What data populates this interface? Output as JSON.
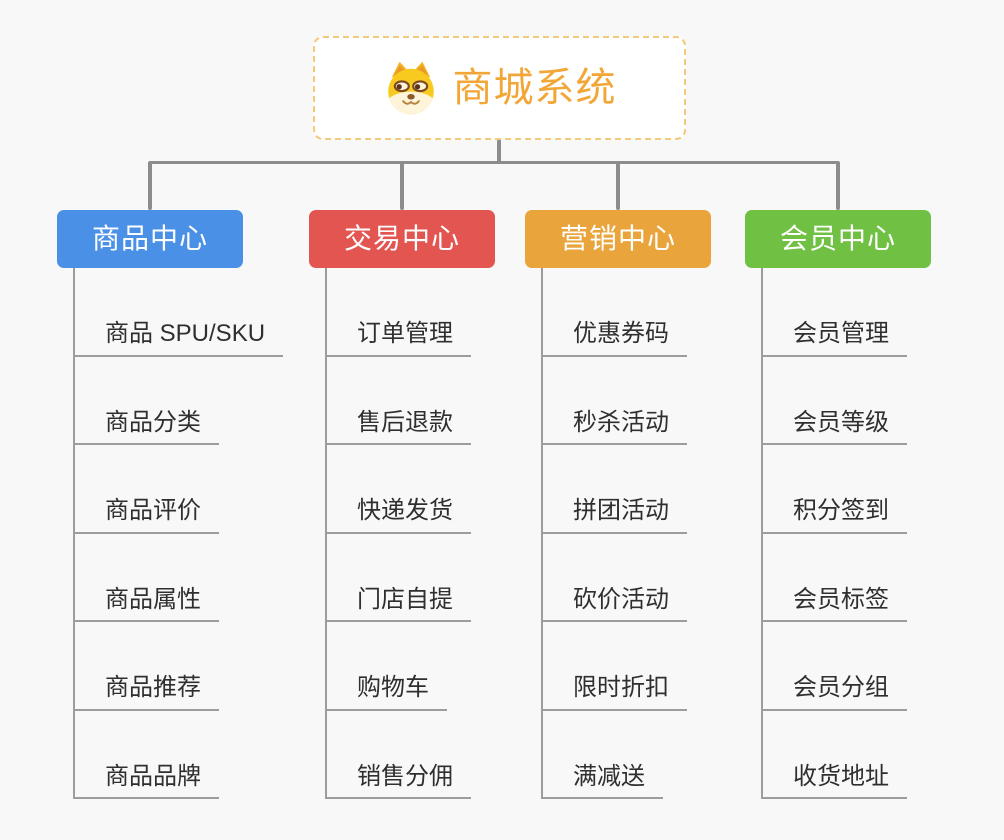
{
  "root": {
    "title": "商城系统",
    "icon": "shiba-dog-icon"
  },
  "branches": [
    {
      "label": "商品中心",
      "color": "#4a90e6",
      "items": [
        "商品 SPU/SKU",
        "商品分类",
        "商品评价",
        "商品属性",
        "商品推荐",
        "商品品牌"
      ]
    },
    {
      "label": "交易中心",
      "color": "#e25551",
      "items": [
        "订单管理",
        "售后退款",
        "快递发货",
        "门店自提",
        "购物车",
        "销售分佣"
      ]
    },
    {
      "label": "营销中心",
      "color": "#e9a43c",
      "items": [
        "优惠券码",
        "秒杀活动",
        "拼团活动",
        "砍价活动",
        "限时折扣",
        "满减送"
      ]
    },
    {
      "label": "会员中心",
      "color": "#6fc043",
      "items": [
        "会员管理",
        "会员等级",
        "积分签到",
        "会员标签",
        "会员分组",
        "收货地址"
      ]
    }
  ],
  "colors": {
    "background": "#f8f8f8",
    "root_text": "#f2a636",
    "root_border": "#f4c979",
    "connector_thick": "#8c8c8c",
    "connector_thin": "#9c9c9c",
    "item_text": "#2f2f2f"
  }
}
